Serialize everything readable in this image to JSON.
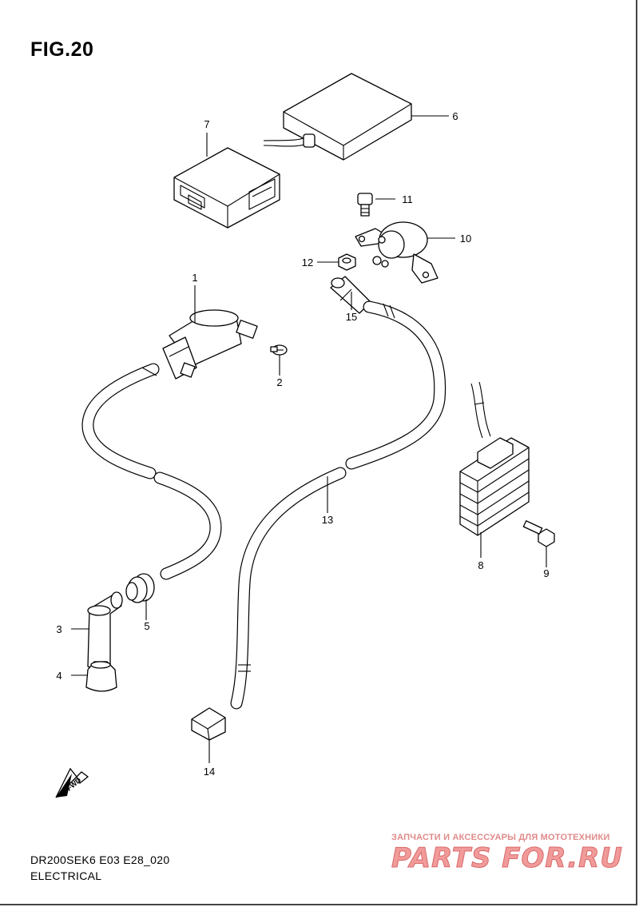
{
  "figure": {
    "title": "FIG.20",
    "code": "DR200SEK6 E03 E28_020",
    "section": "ELECTRICAL",
    "direction_label": "FWD"
  },
  "callouts": [
    "1",
    "2",
    "3",
    "4",
    "5",
    "6",
    "7",
    "8",
    "9",
    "10",
    "11",
    "12",
    "13",
    "14",
    "15"
  ],
  "watermark": {
    "tagline": "ЗАПЧАСТИ И АКСЕССУАРЫ ДЛЯ МОТОТЕХНИКИ",
    "logo": "PARTS FOR.RU"
  }
}
